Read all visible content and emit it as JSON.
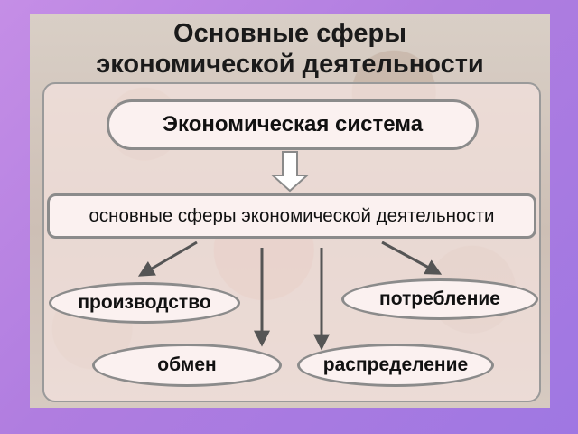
{
  "title": {
    "line1": "Основные сферы",
    "line2": "экономической деятельности"
  },
  "diagram": {
    "system_label": "Экономическая система",
    "spheres_label": "основные сферы экономической деятельности",
    "production_label": "производство",
    "consumption_label": "потребление",
    "exchange_label": "обмен",
    "distribution_label": "распределение"
  },
  "colors": {
    "background": "#b07de0",
    "box_fill": "#fbf1f0",
    "box_border": "#8b8b8b",
    "arrow": "#555555"
  }
}
